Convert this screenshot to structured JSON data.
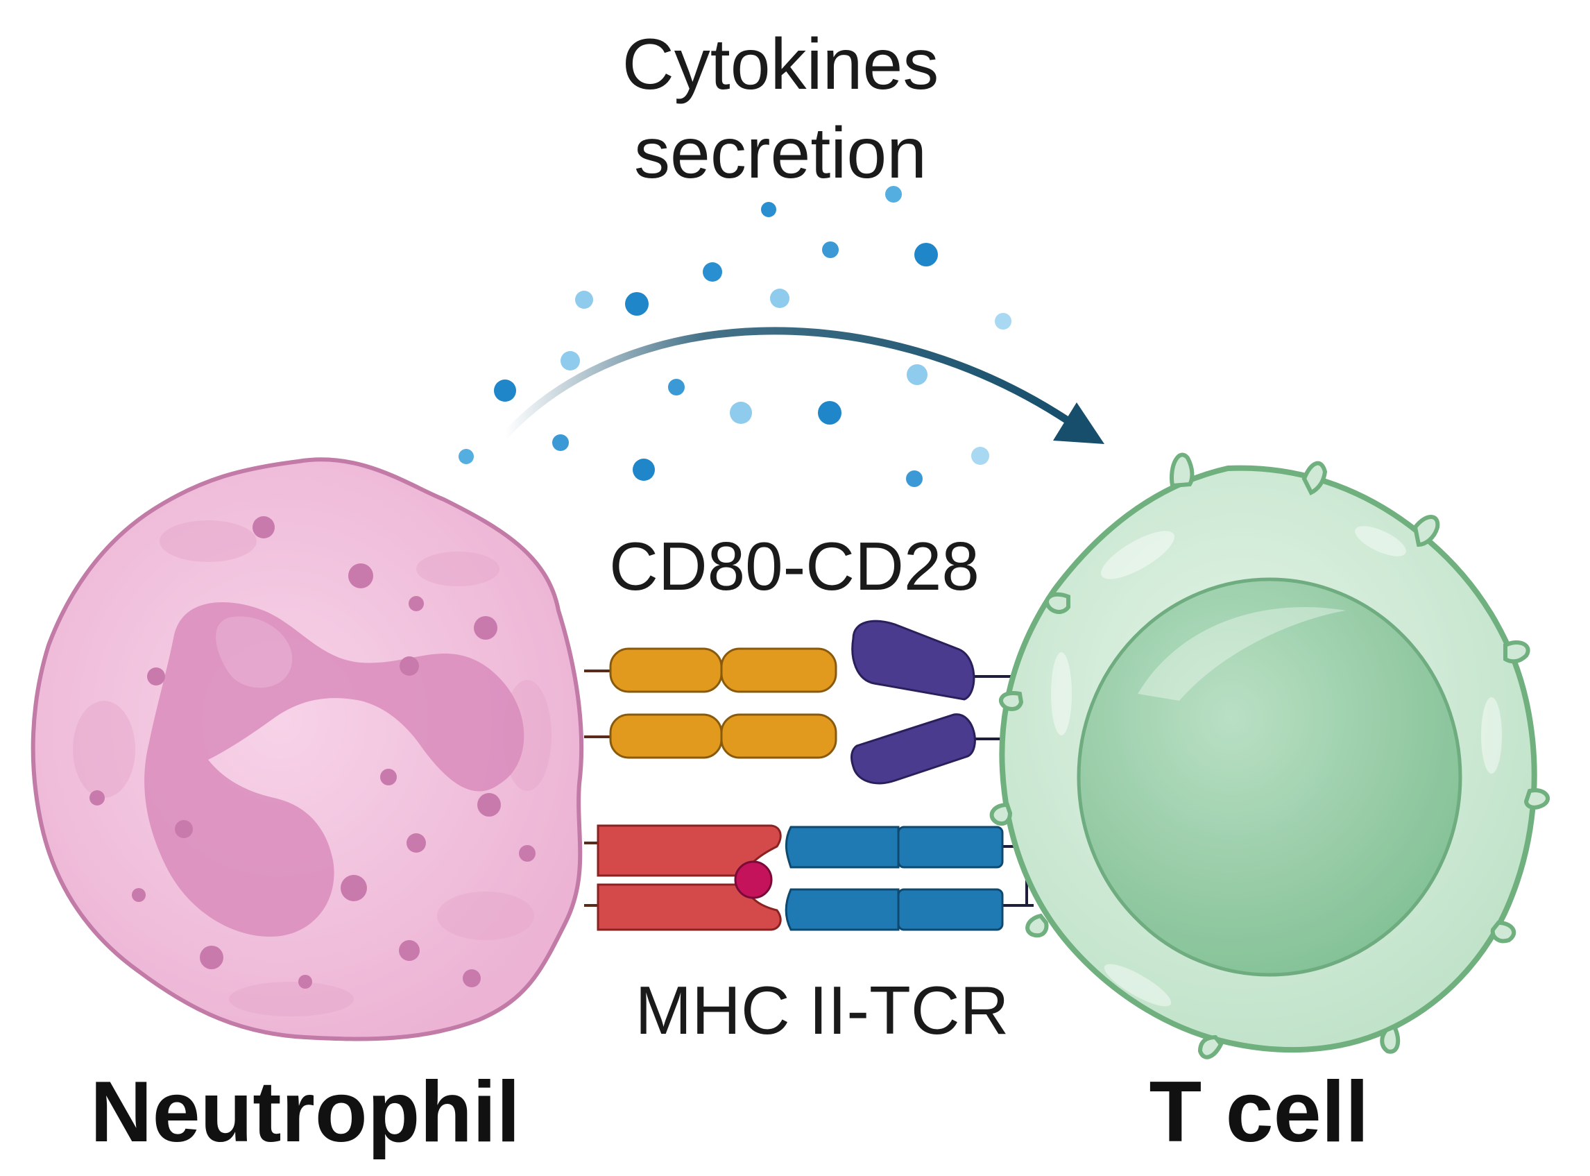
{
  "labels": {
    "cytokines_line1": "Cytokines",
    "cytokines_line2": "secretion",
    "costim_pair": "CD80-CD28",
    "mhc_pair": "MHC II-TCR",
    "left_cell": "Neutrophil",
    "right_cell": "T cell"
  },
  "colors": {
    "neutrophil_fill": "#f2c4df",
    "neutrophil_outline": "#c27aa6",
    "neutrophil_nucleus": "#d98cbc",
    "tcell_fill": "#cfe9d6",
    "tcell_outline": "#6fb07e",
    "tcell_nucleus": "#9fd1ad",
    "cd80": "#e19a1e",
    "cd28": "#4a3b8f",
    "mhc": "#d44a4a",
    "tcr": "#1f79b3",
    "peptide": "#c4135b",
    "arrow": "#164e6b",
    "cytokine": "#2a8fd1"
  },
  "icons": {
    "neutrophil": "neutrophil-cell-icon",
    "tcell": "t-cell-icon",
    "arrow": "curved-arrow-icon",
    "cytokines": "cytokine-dots-icon"
  }
}
